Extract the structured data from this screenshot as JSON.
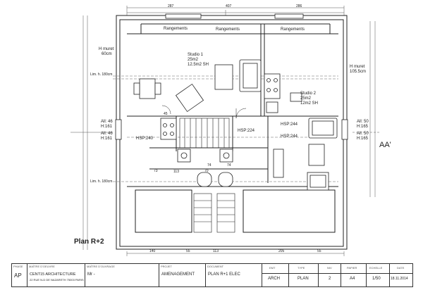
{
  "drawing": {
    "title": "Plan R+2",
    "section_label": "AA'",
    "top_dims": [
      "287",
      "407",
      "286"
    ],
    "bottom_dims": [
      "140",
      "55",
      "113",
      "205",
      "55"
    ],
    "storage": [
      "Rangements",
      "Rangements",
      "Rangements"
    ],
    "rooms": {
      "studio1": [
        "Studio 1",
        "25m2",
        "12.5m2 SH"
      ],
      "studio2": [
        "Studio 2",
        "25m2",
        "12m2 SH"
      ]
    },
    "muret_left": [
      "H muret",
      "60cm"
    ],
    "muret_right": [
      "H muret",
      "105.5cm"
    ],
    "lim_left_top": "Lim. h. 180cm",
    "lim_left_bottom": "Lim. h. 180cm",
    "allege_left1": [
      "All: 46",
      "H:161"
    ],
    "allege_left2": [
      "All: 46",
      "H:161"
    ],
    "allege_right1": [
      "All: 50",
      "H:165"
    ],
    "allege_right2": [
      "All: 50",
      "H:165"
    ],
    "hsp": [
      "HSP:240",
      "HSP:224",
      "HSP:244",
      "HSP:244"
    ],
    "small_dims": [
      "45",
      "73",
      "70",
      "113",
      "74",
      "74"
    ]
  },
  "title_block": {
    "phase_head": "PHASE",
    "phase": "AP",
    "architect_head": "MAÎTRE D'OEUVRE",
    "architect": "CENT15 ARCHITECTURE",
    "architect_addr": "22 RUE N-D DE NAZARETH 75003 PARIS",
    "client_head": "MAÎTRE D'OUVRAGE",
    "client": "Mr -",
    "project_head": "PROJET",
    "project": "AMENAGEMENT",
    "doc_head": "DOCUMENT",
    "doc": "PLAN R+1 ELEC",
    "emt_head": "EMT",
    "emt": "ARCH",
    "type_head": "TYPE",
    "type": "PLAN",
    "niv_head": "NIV",
    "niv": "2",
    "paper_head": "PAPIER",
    "paper": "A4",
    "scale_head": "ECHELLE",
    "scale": "1/50",
    "date_head": "DATE",
    "date": "18.11.2014"
  }
}
